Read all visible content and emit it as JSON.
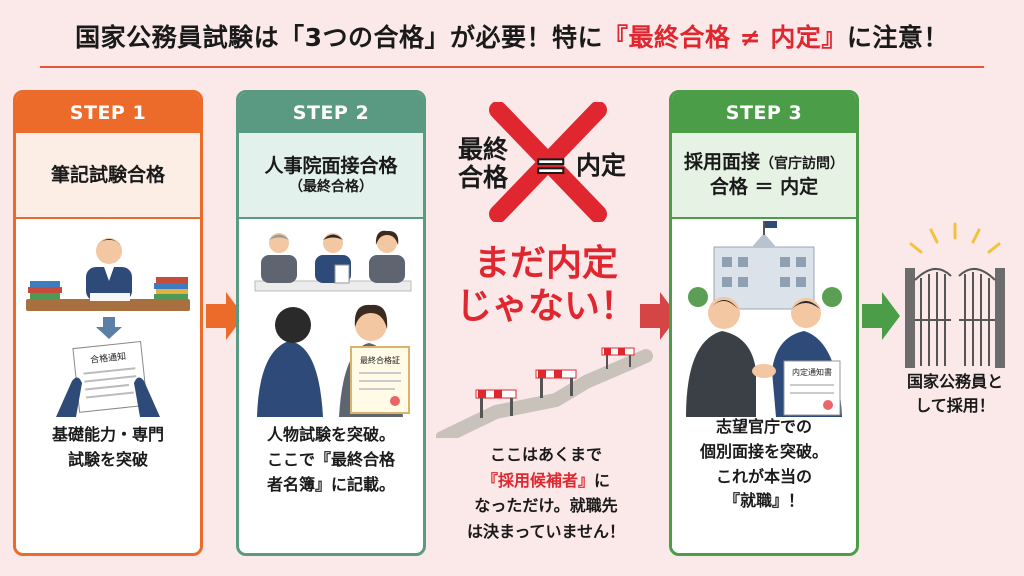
{
  "title": {
    "part1": "国家公務員試験は「3つの合格」が必要！特に",
    "highlight": "『最終合格 ≠ 内定』",
    "part2": "に注意！"
  },
  "step1": {
    "header": "STEP 1",
    "heading": "筆記試験合格",
    "doc_label": "合格通知",
    "text_lines": [
      "基礎能力・専門",
      "試験を突破"
    ]
  },
  "step2": {
    "header": "STEP 2",
    "heading": "人事院面接合格",
    "heading_sub": "（最終合格）",
    "doc_label": "最終合格証",
    "text_lines": [
      "人物試験を突破。",
      "ここで『最終合格",
      "者名簿』に記載。"
    ]
  },
  "middle": {
    "left_line1": "最終",
    "left_line2": "合格",
    "equals": "=",
    "right": "内定",
    "warning_line1": "まだ内定",
    "warning_line2": "じゃない！",
    "text_line1": "ここはあくまで",
    "text_red": "『採用候補者』",
    "text_after_red": "に",
    "text_line3": "なっただけ。就職先",
    "text_line4": "は決まっていません！"
  },
  "step3": {
    "header": "STEP 3",
    "heading_main": "採用面接",
    "heading_small": "（官庁訪問）",
    "heading_line2": "合格 ＝ 内定",
    "doc_label": "内定通知書",
    "text_lines": [
      "志望官庁での",
      "個別面接を突破。",
      "これが本当の",
      "『就職』！"
    ]
  },
  "result": {
    "line1": "国家公務員と",
    "line2": "して採用！"
  },
  "colors": {
    "step1": "#ec6a2a",
    "step2": "#5a9a83",
    "step3": "#4b9d47",
    "warning": "#e0262e",
    "background": "#fbe9ea"
  },
  "icons": [
    "arrow-right-icon",
    "arrow-down-icon",
    "cross-icon",
    "hurdle-icon",
    "gate-icon",
    "flag-icon"
  ]
}
